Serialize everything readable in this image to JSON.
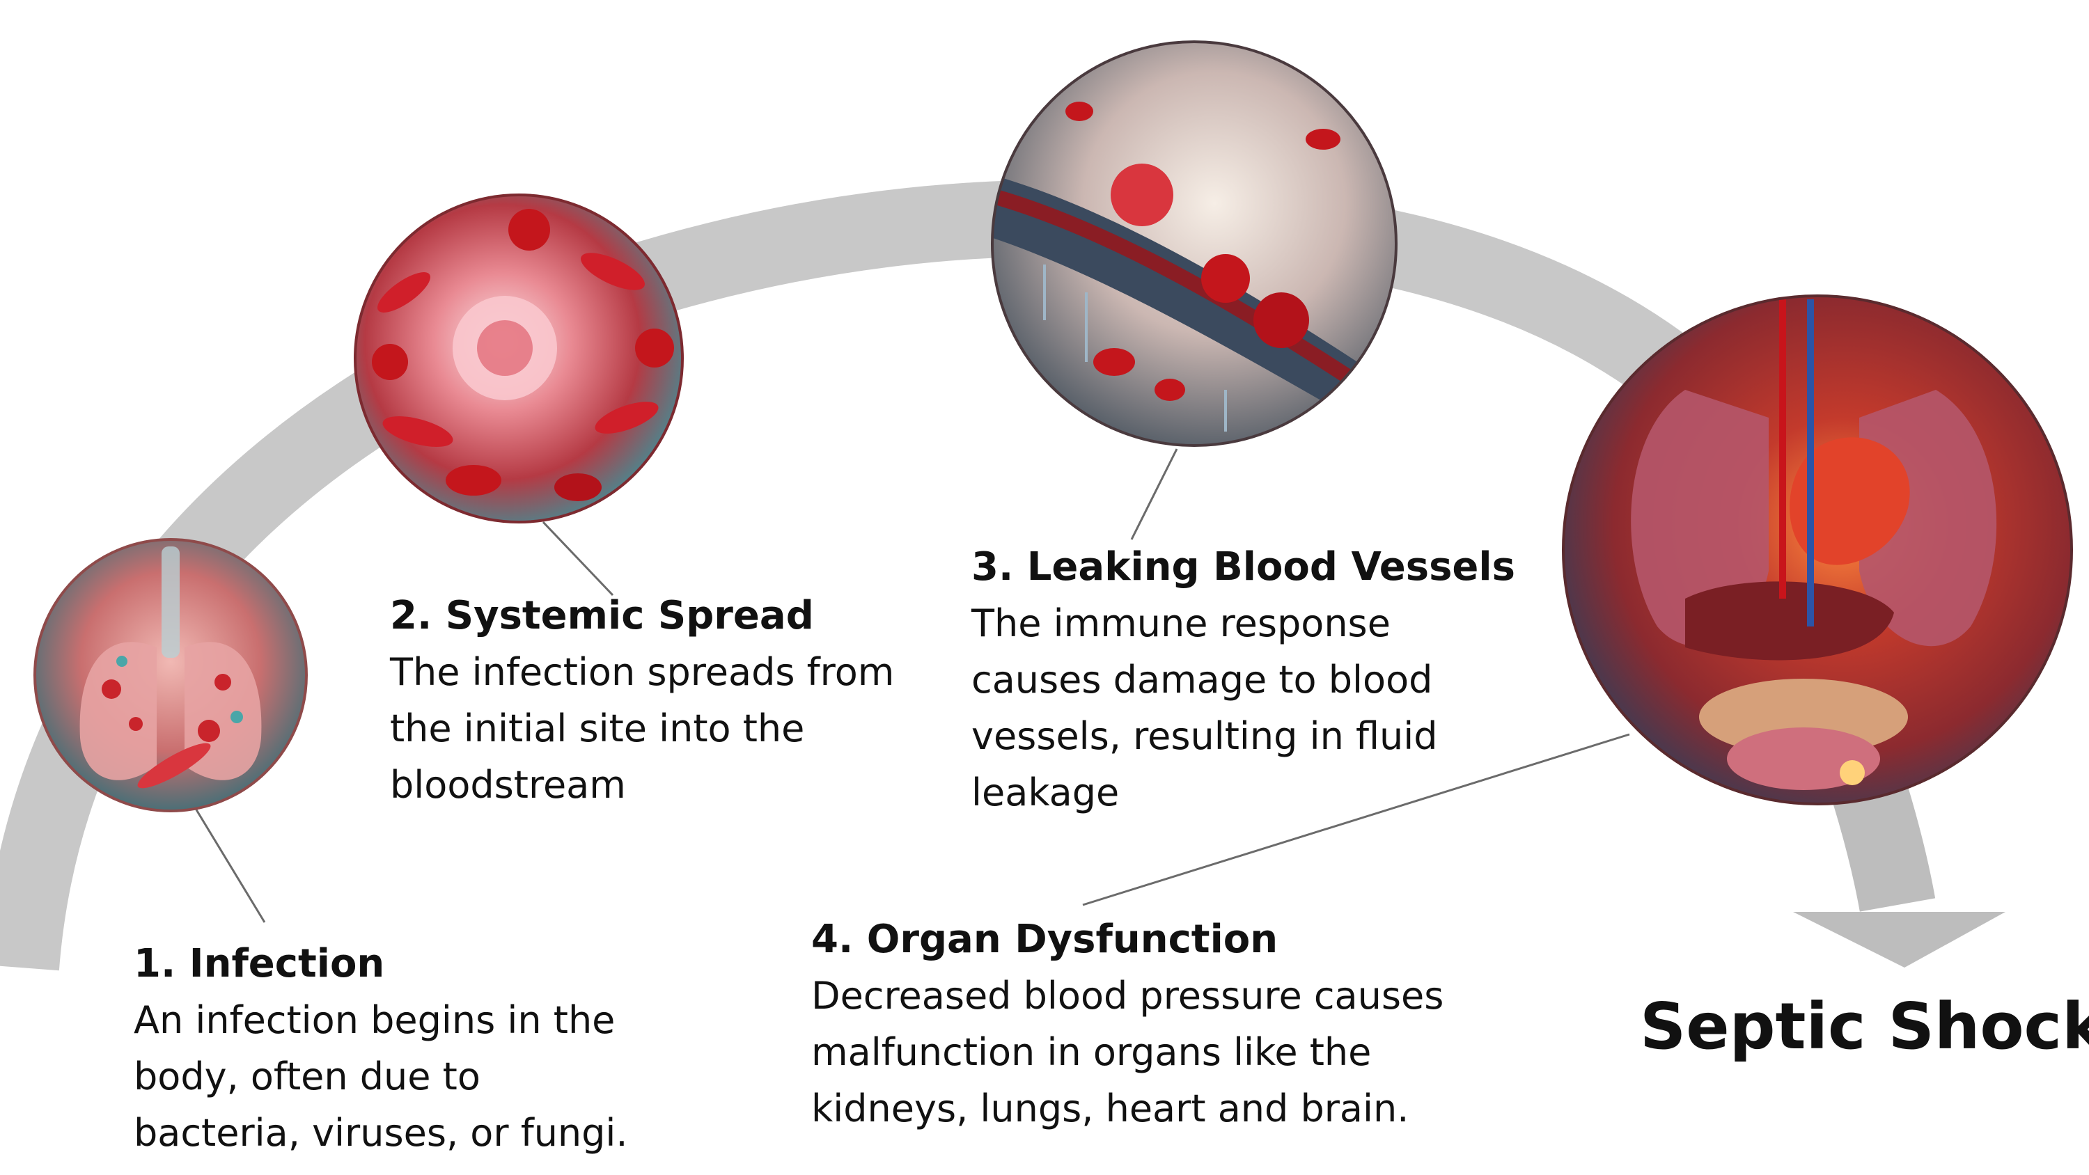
{
  "steps": [
    {
      "title": "1. Infection",
      "description": "An infection begins in the\nbody, often due to\nbacteria, viruses, or fungi.",
      "illustration": "infected-lungs-illustration"
    },
    {
      "title": "2. Systemic Spread",
      "description": "The infection spreads from\nthe initial site into the\nbloodstream",
      "illustration": "blood-cells-and-bacteria-illustration"
    },
    {
      "title": "3. Leaking Blood Vessels",
      "description": "The immune response\ncauses damage to blood\nvessels, resulting in fluid\nleakage",
      "illustration": "damaged-blood-vessel-illustration"
    },
    {
      "title": "4. Organ Dysfunction",
      "description": "Decreased blood pressure causes\nmalfunction in organs like the\nkidneys, lungs, heart and brain.",
      "illustration": "human-organs-illustration"
    }
  ],
  "final_label": "Septic Shock",
  "colors": {
    "arc": "#c8c8c8",
    "arrow": "#bdbdbd",
    "connector": "#6b6b6b",
    "text": "#111111",
    "blood_red": "#c4161c",
    "tissue_pink": "#e88b8b",
    "teal": "#4aa6a8"
  }
}
